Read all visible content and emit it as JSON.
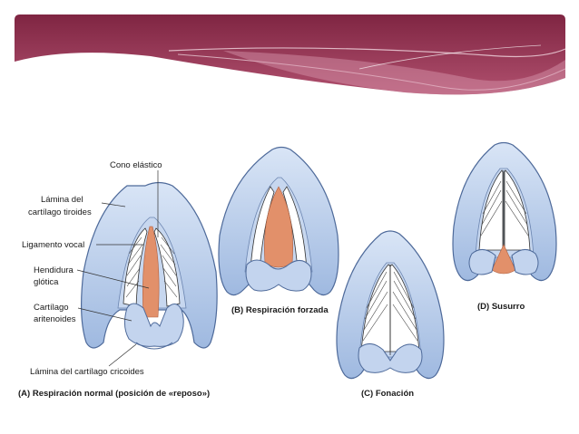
{
  "labels": {
    "cono_elastico": "Cono elástico",
    "lamina_tiroides_1": "Lámina del",
    "lamina_tiroides_2": "cartílago tiroides",
    "ligamento_vocal": "Ligamento vocal",
    "hendidura_1": "Hendidura",
    "hendidura_2": "glótica",
    "aritenoides_1": "Cartílago",
    "aritenoides_2": "aritenoides",
    "cricoides": "Lámina del cartílago cricoides"
  },
  "captions": {
    "a": "(A) Respiración normal (posición de «reposo»)",
    "b": "(B) Respiración forzada",
    "c": "(C) Fonación",
    "d": "(D) Susurro"
  },
  "colors": {
    "banner": "#8c2f4c",
    "cartilage_fill": "#bcd0ec",
    "cartilage_stroke": "#4e6a9a",
    "glottis": "#e2906a"
  }
}
